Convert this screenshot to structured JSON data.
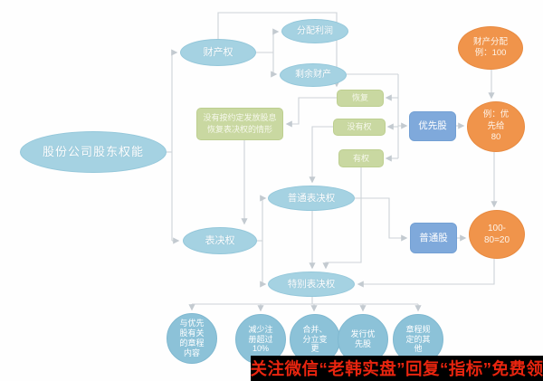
{
  "diagram_title": "股份公司股东权能",
  "nodes": {
    "root": {
      "label": "股份公司股东权能"
    },
    "property_right": {
      "label": "财产权"
    },
    "distribute_profit": {
      "label": "分配利润"
    },
    "residual_property": {
      "label": "剩余财产"
    },
    "dividend_condition": {
      "label": "没有按约定发放股息\n恢复表决权的情形"
    },
    "restore": {
      "label": "恢复"
    },
    "no_right": {
      "label": "没有权"
    },
    "has_right": {
      "label": "有权"
    },
    "preferred_stock": {
      "label": "优先股"
    },
    "example_priority_80": {
      "label": "例：优\n先给\n80"
    },
    "property_distribution_example": {
      "label": "财产分配\n例：100"
    },
    "ordinary_voting": {
      "label": "普通表决权"
    },
    "voting_right": {
      "label": "表决权"
    },
    "common_stock": {
      "label": "普通股"
    },
    "remainder_calc": {
      "label": "100-\n80=20"
    },
    "special_voting": {
      "label": "特别表决权"
    },
    "charter_content": {
      "label": "与优先\n股有关\n的章程\n内容"
    },
    "reduce_capital": {
      "label": "减少注\n册超过\n10%"
    },
    "merge_split_change": {
      "label": "合并、\n分立变\n更"
    },
    "issue_preferred": {
      "label": "发行优\n先股"
    },
    "charter_others": {
      "label": "章程规\n定的其\n他"
    }
  },
  "watermark": {
    "text": "关注微信“老韩实盘”回复“指标”免费领"
  },
  "colors": {
    "node_light_blue": "#a5d2e2",
    "node_circle_blue": "#8cc2d8",
    "node_rect_blue": "#7fa9db",
    "node_green": "#c9d8a1",
    "node_orange": "#f0944b",
    "connector_gray": "#cdd3d8",
    "watermark_red": "#e8250f",
    "watermark_bg": "#000000"
  }
}
